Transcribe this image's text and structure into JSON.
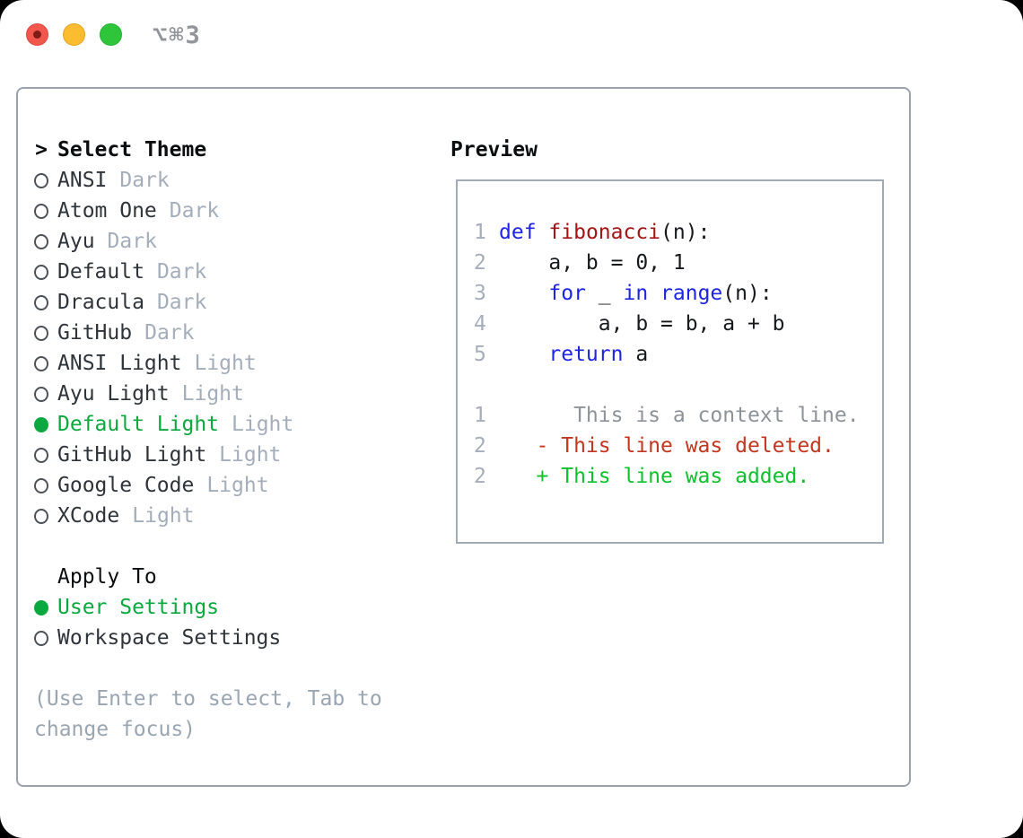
{
  "window": {
    "title": "⌥⌘3"
  },
  "traffic_lights": {
    "close": "close-button",
    "minimize": "minimize-button",
    "zoom": "zoom-button"
  },
  "theme_picker": {
    "prompt": ">",
    "title": "Select Theme",
    "items": [
      {
        "name": "ANSI",
        "tag": "Dark",
        "selected": false
      },
      {
        "name": "Atom One",
        "tag": "Dark",
        "selected": false
      },
      {
        "name": "Ayu",
        "tag": "Dark",
        "selected": false
      },
      {
        "name": "Default",
        "tag": "Dark",
        "selected": false
      },
      {
        "name": "Dracula",
        "tag": "Dark",
        "selected": false
      },
      {
        "name": "GitHub",
        "tag": "Dark",
        "selected": false
      },
      {
        "name": "ANSI Light",
        "tag": "Light",
        "selected": false
      },
      {
        "name": "Ayu Light",
        "tag": "Light",
        "selected": false
      },
      {
        "name": "Default Light",
        "tag": "Light",
        "selected": true
      },
      {
        "name": "GitHub Light",
        "tag": "Light",
        "selected": false
      },
      {
        "name": "Google Code",
        "tag": "Light",
        "selected": false
      },
      {
        "name": "XCode",
        "tag": "Light",
        "selected": false
      }
    ]
  },
  "apply_to": {
    "title": "Apply To",
    "items": [
      {
        "name": "User Settings",
        "selected": true
      },
      {
        "name": "Workspace Settings",
        "selected": false
      }
    ]
  },
  "hint": {
    "line1": "(Use Enter to select, Tab to",
    "line2": "change focus)"
  },
  "preview": {
    "title": "Preview",
    "code_lines": [
      {
        "num": "1",
        "segments": [
          {
            "text": "def",
            "style": "keyword"
          },
          {
            "text": " ",
            "style": "plain"
          },
          {
            "text": "fibonacci",
            "style": "function"
          },
          {
            "text": "(n):",
            "style": "plain"
          }
        ]
      },
      {
        "num": "2",
        "segments": [
          {
            "text": "    a, b = 0, 1",
            "style": "plain"
          }
        ]
      },
      {
        "num": "3",
        "segments": [
          {
            "text": "    ",
            "style": "plain"
          },
          {
            "text": "for",
            "style": "keyword"
          },
          {
            "text": " _ ",
            "style": "plain"
          },
          {
            "text": "in",
            "style": "keyword"
          },
          {
            "text": " ",
            "style": "plain"
          },
          {
            "text": "range",
            "style": "keyword"
          },
          {
            "text": "(n):",
            "style": "plain"
          }
        ]
      },
      {
        "num": "4",
        "segments": [
          {
            "text": "        a, b = b, a + b",
            "style": "plain"
          }
        ]
      },
      {
        "num": "5",
        "segments": [
          {
            "text": "    ",
            "style": "plain"
          },
          {
            "text": "return",
            "style": "keyword"
          },
          {
            "text": " a",
            "style": "plain"
          }
        ]
      }
    ],
    "diff_lines": [
      {
        "num": "1",
        "segments": [
          {
            "text": "      This is a context line.",
            "style": "context"
          }
        ]
      },
      {
        "num": "2",
        "segments": [
          {
            "text": "   - This line was deleted.",
            "style": "deleted"
          }
        ]
      },
      {
        "num": "2",
        "segments": [
          {
            "text": "   + This line was added.",
            "style": "added"
          }
        ]
      }
    ]
  },
  "colors": {
    "window_bg": "#ffffff",
    "border_gray": "#9aa2ae",
    "preview_border": "#a2aab4",
    "heading_black": "#0b0d0f",
    "text_dark": "#2f343a",
    "tag_gray": "#a4aebb",
    "hint_gray": "#9aa5b2",
    "selection_green": "#0aa83e",
    "keyword_blue": "#1e24e2",
    "function_red": "#a31414",
    "code_black": "#17191c",
    "line_number_gray": "#a6aebb",
    "context_gray": "#8d9399",
    "deleted_red": "#c2351f",
    "added_green": "#10bf2c",
    "traffic_red": "#f2574e",
    "traffic_red_dot": "#7e1d15",
    "traffic_yellow": "#fcbc2f",
    "traffic_green": "#2ec53b",
    "title_gray": "#929499"
  }
}
